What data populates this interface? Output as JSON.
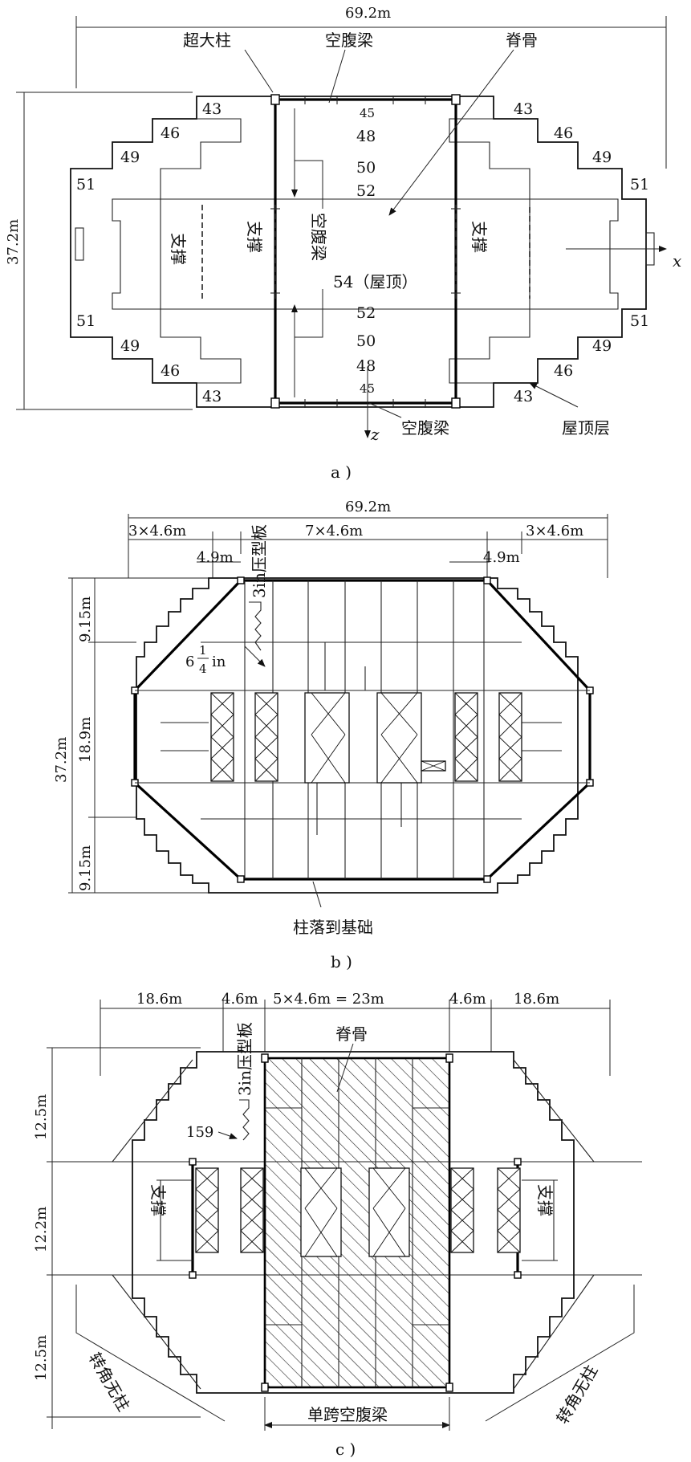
{
  "panel_a": {
    "caption": "a )",
    "dims": {
      "width": "69.2m",
      "height": "37.2m"
    },
    "labels": {
      "mega_column": "超大柱",
      "vierendeel_top": "空腹梁",
      "spine": "脊骨",
      "vierendeel_mid": "空腹梁",
      "brace_left_1": "支撑",
      "brace_left_2": "支撑",
      "brace_right": "支撑",
      "roof": "54（屋顶）",
      "vierendeel_bottom": "空腹梁",
      "roof_layer": "屋顶层",
      "axis_x": "x",
      "axis_z": "z"
    },
    "floors": {
      "l43_tl": "43",
      "l43_tr": "43",
      "l45_t": "45",
      "l46_tl": "46",
      "l46_tr": "46",
      "l48_t": "48",
      "l49_tl": "49",
      "l49_tr": "49",
      "l50_t": "50",
      "l51_tl": "51",
      "l51_tr": "51",
      "l52_t": "52",
      "l51_bl": "51",
      "l51_br": "51",
      "l52_b": "52",
      "l49_bl": "49",
      "l49_br": "49",
      "l50_b": "50",
      "l46_bl": "46",
      "l46_br": "46",
      "l48_b": "48",
      "l43_bl": "43",
      "l43_br": "43",
      "l45_b": "45"
    }
  },
  "panel_b": {
    "caption": "b )",
    "dims": {
      "width": "69.2m",
      "left_bays": "3×4.6m",
      "mid_bays": "7×4.6m",
      "right_bays": "3×4.6m",
      "left_offset": "4.9m",
      "right_offset": "4.9m",
      "height": "37.2m",
      "top_band": "9.15m",
      "mid_band": "18.9m",
      "bottom_band": "9.15m",
      "slab_depth": "6",
      "slab_frac_num": "1",
      "slab_frac_den": "4",
      "slab_unit": "in"
    },
    "labels": {
      "deck": "3in压型板",
      "columns_to_foundation": "柱落到基础"
    }
  },
  "panel_c": {
    "caption": "c )",
    "dims": {
      "left": "18.6m",
      "left_bay": "4.6m",
      "center": "5×4.6m = 23m",
      "right_bay": "4.6m",
      "right": "18.6m",
      "top_band": "12.5m",
      "mid_band": "12.2m",
      "bottom_band": "12.5m",
      "slab": "159"
    },
    "labels": {
      "spine": "脊骨",
      "deck": "3in压型板",
      "brace_left": "支撑",
      "brace_right": "支撑",
      "no_corner_col_left": "转角无柱",
      "no_corner_col_right": "转角无柱",
      "single_span": "单跨空腹梁"
    }
  }
}
